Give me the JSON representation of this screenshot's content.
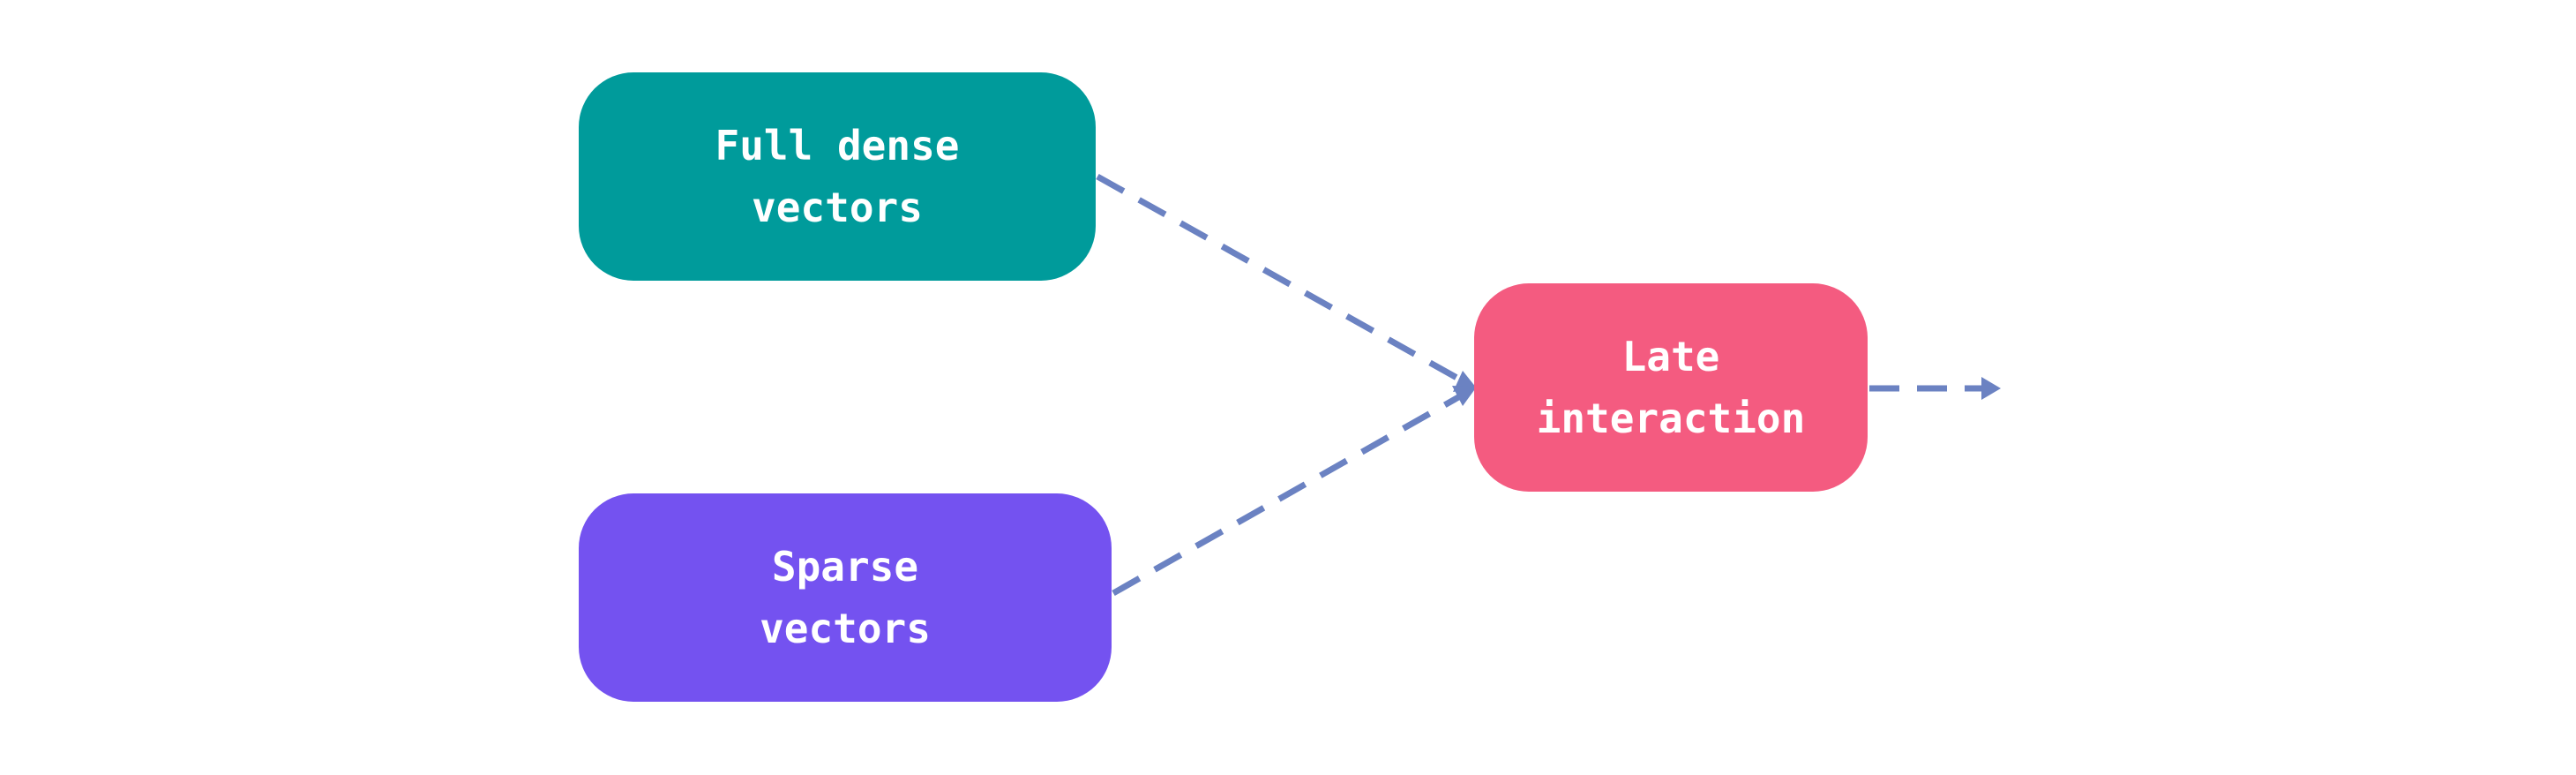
{
  "nodes": {
    "dense": {
      "label": "Full dense\nvectors",
      "color": "#009b9b"
    },
    "sparse": {
      "label": "Sparse\nvectors",
      "color": "#7452f0"
    },
    "late": {
      "label": "Late\ninteraction",
      "color": "#f45b80"
    }
  },
  "edges": [
    {
      "from": "dense",
      "to": "late",
      "style": "dashed",
      "arrow": "end"
    },
    {
      "from": "sparse",
      "to": "late",
      "style": "dashed",
      "arrow": "end"
    },
    {
      "from": "late",
      "to": "output",
      "style": "dashed",
      "arrow": "end"
    }
  ],
  "colors": {
    "connector": "#6b82c2",
    "text": "#ffffff",
    "background": "#ffffff"
  }
}
